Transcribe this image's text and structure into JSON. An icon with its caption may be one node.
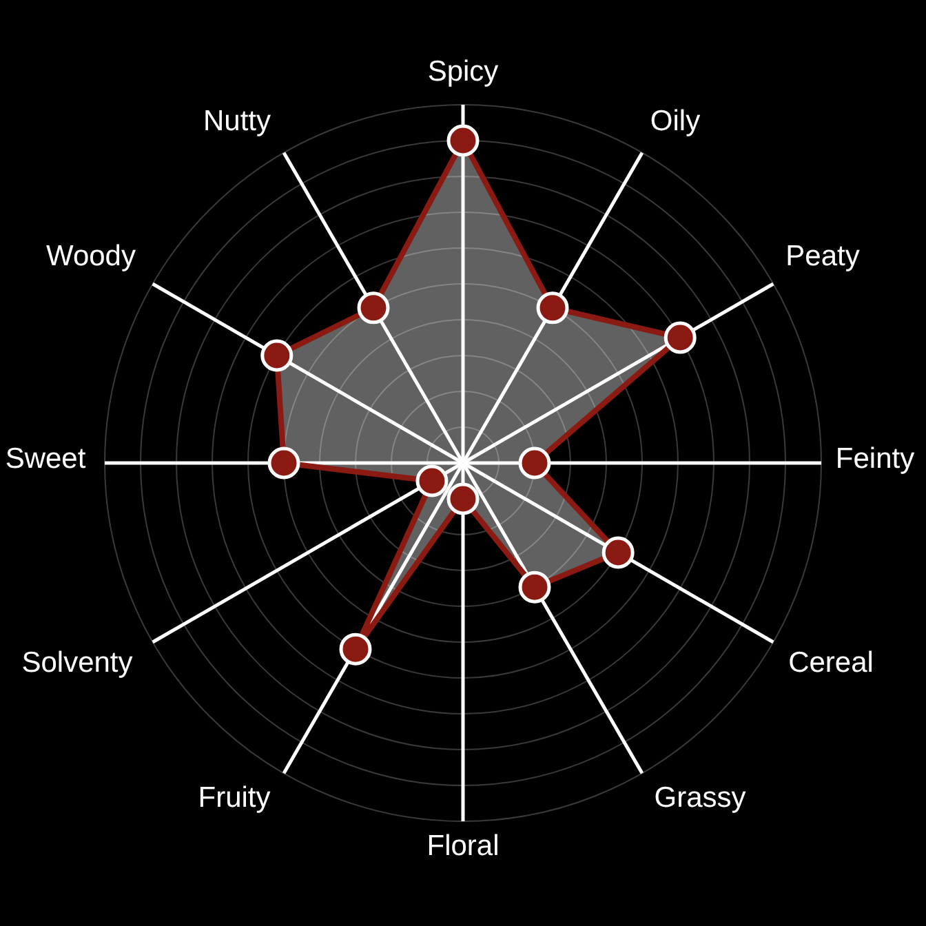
{
  "diagram": {
    "labels": [
      "Spicy",
      "Oily",
      "Peaty",
      "Feinty",
      "Cereal",
      "Grassy",
      "Floral",
      "Fruity",
      "Solventy",
      "Sweet",
      "Woody",
      "Nutty"
    ]
  }
}
